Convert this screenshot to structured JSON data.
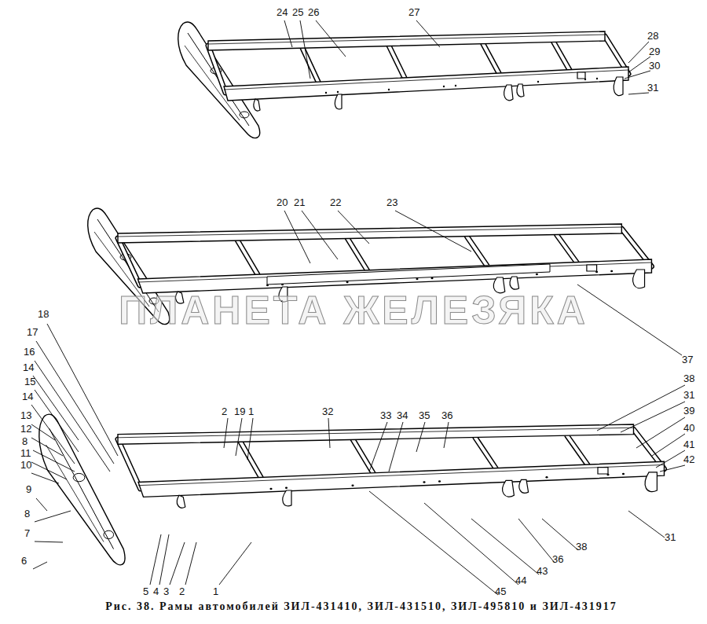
{
  "diagram": {
    "caption": "Рис. 38. Рамы автомобилей ЗИЛ-431410, ЗИЛ-431510, ЗИЛ-495810 и ЗИЛ-431917",
    "labels": [
      "24",
      "25",
      "26",
      "27",
      "28",
      "29",
      "30",
      "31",
      "20",
      "21",
      "22",
      "23",
      "ПЛАНЕТА ЖЕЛЕЗЯКА",
      "37",
      "18",
      "17",
      "16",
      "14",
      "15",
      "14",
      "13",
      "12",
      "8",
      "11",
      "10",
      "9",
      "8",
      "7",
      "6",
      "2",
      "19",
      "1",
      "32",
      "33",
      "34",
      "35",
      "36",
      "38",
      "31",
      "39",
      "40",
      "41",
      "42",
      "5",
      "4",
      "3",
      "2",
      "1",
      "31",
      "38",
      "36",
      "43",
      "44",
      "45"
    ]
  }
}
